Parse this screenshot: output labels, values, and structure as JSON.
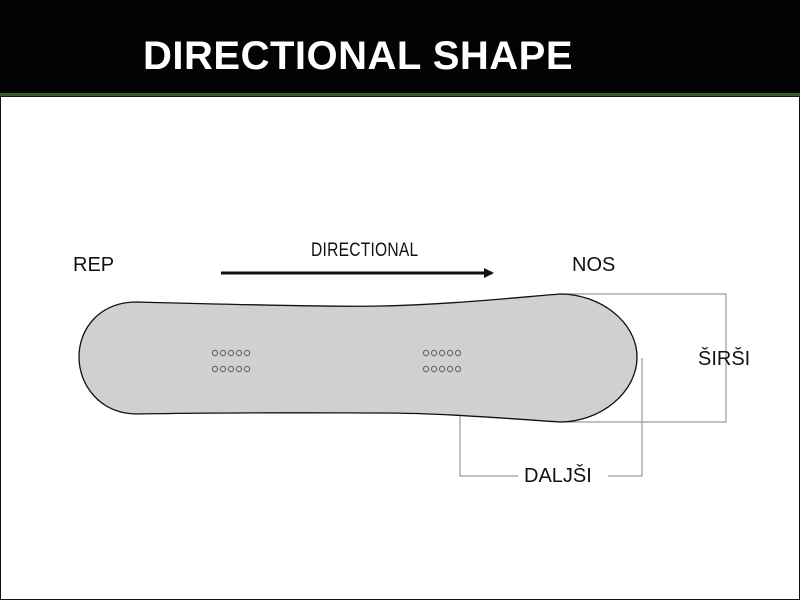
{
  "header": {
    "title": "DIRECTIONAL SHAPE"
  },
  "diagram": {
    "tail_label": "REP",
    "nose_label": "NOS",
    "arrow_label": "DIRECTIONAL",
    "width_label": "ŠIRŠI",
    "length_label": "DALJŠI",
    "board_color": "#d0d0d0",
    "outline_color": "#111111",
    "guide_color": "#9a9a9a",
    "header_color": "#030303",
    "header_border_color": "#3d5a2a"
  }
}
